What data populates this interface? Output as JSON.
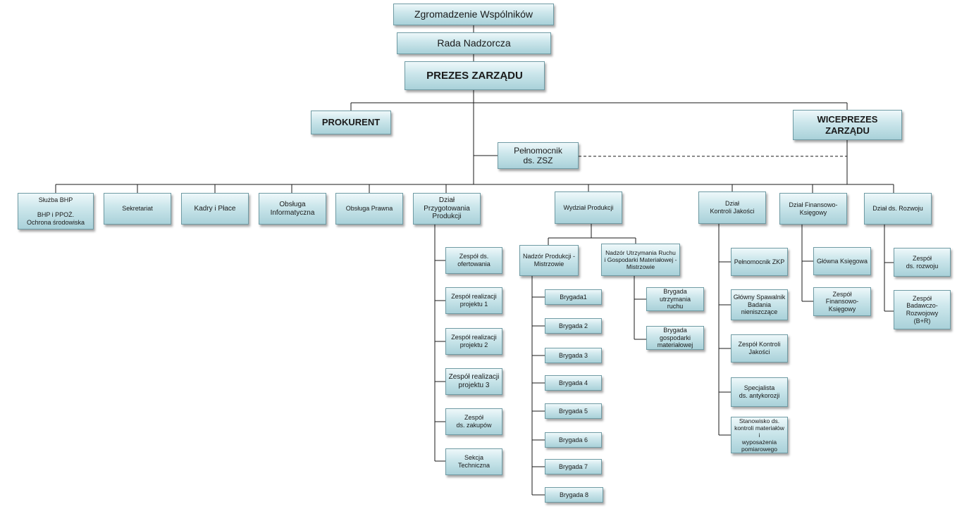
{
  "boards": {
    "zgromadzenie": "Zgromadzenie Wspólników",
    "rada": "Rada Nadzorcza",
    "prezes": "PREZES ZARZĄDU",
    "prokurent": "PROKURENT",
    "wiceprezes": "WICEPREZES\nZARZĄDU",
    "pelnomocnik_zsz": "Pełnomocnik\nds. ZSZ"
  },
  "departments": {
    "bhp": "Służba BHP\n\nBHP i PPOŻ.\nOchrona środowiska",
    "sekretariat": "Sekretariat",
    "kadry": "Kadry i Płace",
    "informatyczna": "Obsługa\nInformatyczna",
    "prawna": "Obsługa Prawna",
    "przygotowanie": "Dział\nPrzygotowania\nProdukcji",
    "produkcja": "Wydział Produkcji",
    "kontrola": "Dział\nKontroli Jakości",
    "finansowo": "Dział Finansowo-\nKsięgowy",
    "rozwoj": "Dział ds. Rozwoju"
  },
  "przygotowanie_items": [
    "Zespół ds.\nofertowania",
    "Zespół realizacji\nprojektu 1",
    "Zespół realizacji\nprojektu 2",
    "Zespół realizacji\nprojektu 3",
    "Zespół\nds. zakupów",
    "Sekcja\nTechniczna"
  ],
  "produkcja_sub": {
    "nadzor": "Nadzór Produkcji -\nMistrzowie",
    "utrzymanie": "Nadzór Utrzymania Ruchu\ni Gospodarki Materiałowej -\nMistrzowie"
  },
  "brygady": [
    "Brygada1",
    "Brygada 2",
    "Brygada 3",
    "Brygada 4",
    "Brygada 5",
    "Brygada 6",
    "Brygada 7",
    "Brygada 8"
  ],
  "utrzymanie_items": [
    "Brygada utrzymania\nruchu",
    "Brygada gospodarki\nmateriałowej"
  ],
  "kontrola_items": [
    "Pełnomocnik ZKP",
    "Główny Spawalnik\nBadania\nnieniszczące",
    "Zespół Kontroli\nJakości",
    "Specjalista\nds. antykorozji",
    "Stanowisko ds.\nkontroli materiałów i\nwyposażenia\npomiarowego"
  ],
  "finansowo_items": [
    "Główna Księgowa",
    "Zespół Finansowo-\nKsięgowy"
  ],
  "rozwoj_items": [
    "Zespół\nds. rozwoju",
    "Zespół\nBadawczo-\nRozwojowy\n(B+R)"
  ]
}
